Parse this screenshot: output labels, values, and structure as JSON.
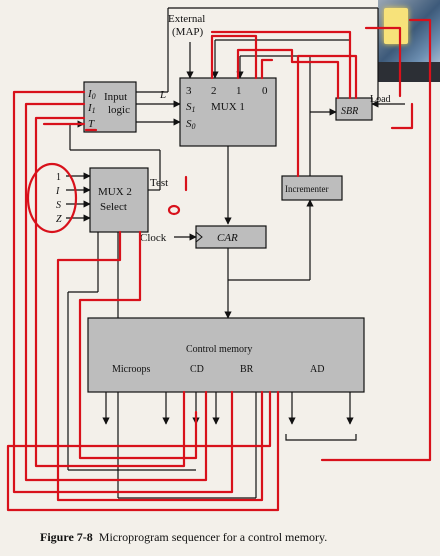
{
  "figure": {
    "caption_number": "Figure 7-8",
    "caption_text": "Microprogram sequencer for a control memory."
  },
  "labels": {
    "external": "External",
    "map": "(MAP)",
    "mux1_inputs": [
      "3",
      "2",
      "1",
      "0"
    ],
    "mux1_name": "MUX 1",
    "s1": "S",
    "s1_sub": "1",
    "s0": "S",
    "s0_sub": "0",
    "input_logic_1": "Input",
    "input_logic_2": "logic",
    "i0": "I",
    "i0_sub": "0",
    "i1": "I",
    "i1_sub": "1",
    "t": "T",
    "l": "L",
    "load": "Load",
    "sbr": "SBR",
    "incrementer": "Incrementer",
    "mux2_name": "MUX 2",
    "mux2_select": "Select",
    "test": "Test",
    "mux2_inputs": [
      "1",
      "I",
      "S",
      "Z"
    ],
    "clock": "Clock",
    "car": "CAR",
    "control_memory": "Control memory",
    "fields": [
      "Microops",
      "CD",
      "BR",
      "AD"
    ]
  },
  "colors": {
    "annotation": "#d8111b",
    "block_fill": "#bdbdbd",
    "line": "#111111"
  }
}
